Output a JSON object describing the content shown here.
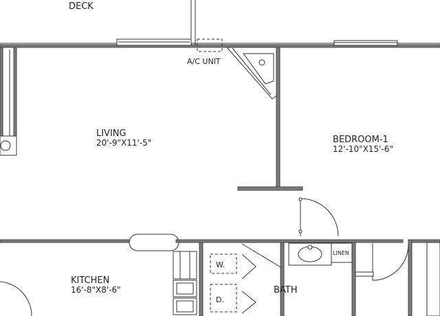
{
  "deck": {
    "label": "DECK"
  },
  "ac_unit": {
    "label": "A/C UNIT"
  },
  "living": {
    "name": "LIVING",
    "dims": "20'-9\"X11'-5\""
  },
  "bedroom": {
    "name": "BEDROOM-1",
    "dims": "12'-10\"X15'-6\""
  },
  "kitchen": {
    "name": "KITCHEN",
    "dims": "16'-8\"X8'-6\""
  },
  "bath": {
    "name": "BATH"
  },
  "linen": {
    "label": "LINEN"
  },
  "washer": {
    "label": "W."
  },
  "dryer": {
    "label": "D."
  },
  "colors": {
    "wall_fill": "#7a7a7a",
    "line": "#333333",
    "background": "#ffffff"
  }
}
